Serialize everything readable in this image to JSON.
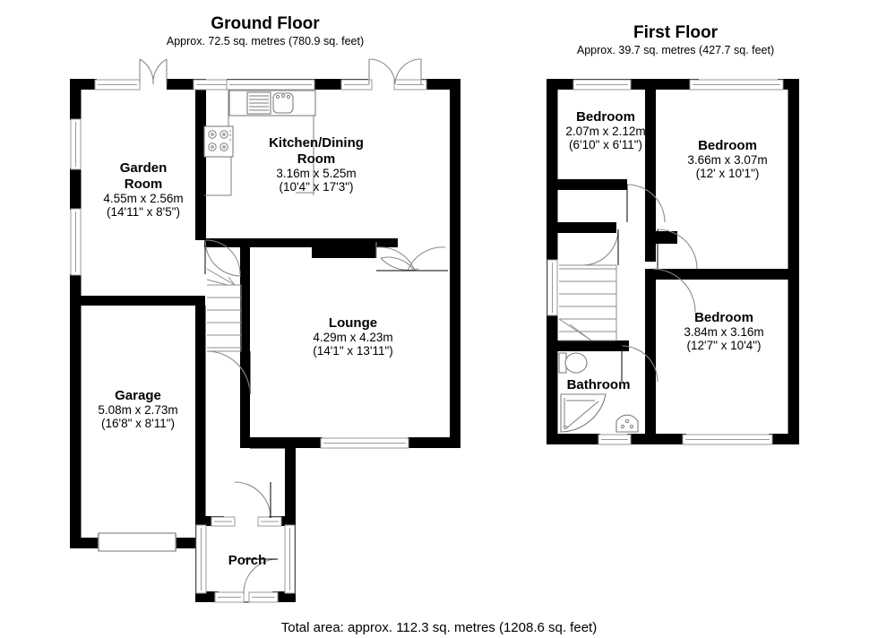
{
  "document": {
    "type": "floor-plan",
    "total_area_text": "Total area: approx. 112.3 sq. metres (1208.6 sq. feet)"
  },
  "floors": [
    {
      "id": "ground",
      "title": "Ground Floor",
      "area_text": "Approx. 72.5 sq. metres (780.9 sq. feet)",
      "rooms": [
        {
          "id": "garden-room",
          "name_line1": "Garden",
          "name_line2": "Room",
          "metric": "4.55m x 2.56m",
          "imperial": "(14'11\" x 8'5\")"
        },
        {
          "id": "kitchen-dining-room",
          "name_line1": "Kitchen/Dining",
          "name_line2": "Room",
          "metric": "3.16m x 5.25m",
          "imperial": "(10'4\" x 17'3\")"
        },
        {
          "id": "lounge",
          "name_line1": "Lounge",
          "name_line2": "",
          "metric": "4.29m x 4.23m",
          "imperial": "(14'1\" x 13'11\")"
        },
        {
          "id": "garage",
          "name_line1": "Garage",
          "name_line2": "",
          "metric": "5.08m x 2.73m",
          "imperial": "(16'8\" x 8'11\")"
        },
        {
          "id": "porch",
          "name_line1": "Porch",
          "name_line2": "",
          "metric": "",
          "imperial": ""
        }
      ]
    },
    {
      "id": "first",
      "title": "First Floor",
      "area_text": "Approx. 39.7 sq. metres (427.7 sq. feet)",
      "rooms": [
        {
          "id": "bedroom-small",
          "name_line1": "Bedroom",
          "name_line2": "",
          "metric": "2.07m x 2.12m",
          "imperial": "(6'10\" x 6'11\")"
        },
        {
          "id": "bedroom-front",
          "name_line1": "Bedroom",
          "name_line2": "",
          "metric": "3.66m x 3.07m",
          "imperial": "(12' x 10'1\")"
        },
        {
          "id": "bedroom-rear",
          "name_line1": "Bedroom",
          "name_line2": "",
          "metric": "3.84m x 3.16m",
          "imperial": "(12'7\" x 10'4\")"
        },
        {
          "id": "bathroom",
          "name_line1": "Bathroom",
          "name_line2": "",
          "metric": "",
          "imperial": ""
        }
      ]
    }
  ],
  "fixtures": [
    {
      "id": "kitchen-sink",
      "label": "sink-fixture"
    },
    {
      "id": "kitchen-drainer",
      "label": "drainer-fixture"
    },
    {
      "id": "kitchen-hob",
      "label": "hob-fixture"
    },
    {
      "id": "bathroom-toilet",
      "label": "toilet-fixture"
    },
    {
      "id": "bathroom-bath",
      "label": "corner-bath-fixture"
    },
    {
      "id": "bathroom-basin",
      "label": "basin-fixture"
    }
  ],
  "colors": {
    "wall": "#000000",
    "background": "#ffffff",
    "detail_stroke": "#8a8a8a",
    "text": "#000000"
  }
}
